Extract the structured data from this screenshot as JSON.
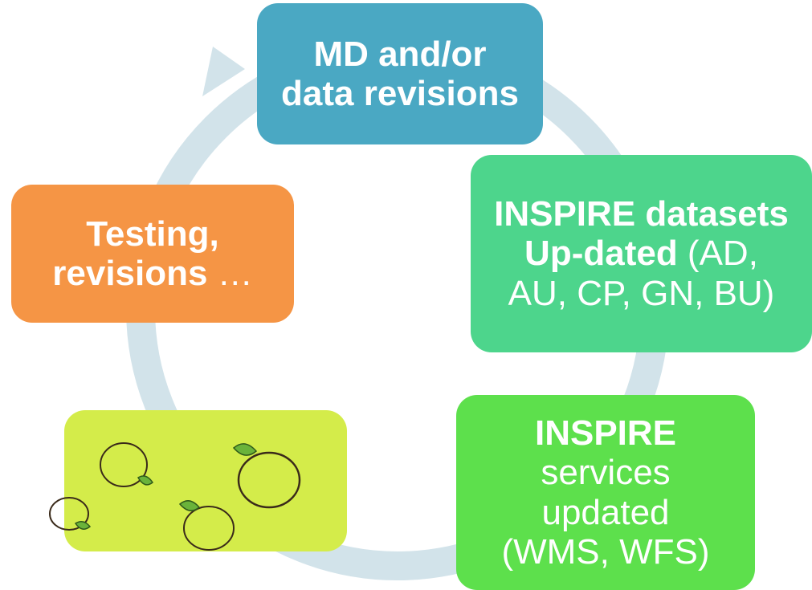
{
  "diagram": {
    "md_revisions": {
      "line1": "MD and/or",
      "line2": "data revisions"
    },
    "datasets": {
      "line1_bold": "INSPIRE datasets",
      "line2_bold": "Up-dated",
      "line2_rest": " (AD,",
      "line3": "AU, CP, GN, BU)"
    },
    "services": {
      "line1_bold": "INSPIRE",
      "line2": "services",
      "line3": "updated",
      "line4": "(WMS, WFS)"
    },
    "testing": {
      "line1": "Testing,",
      "line2_bold": "revisions",
      "line2_rest": " …"
    },
    "fruit_box": {
      "icon": "pineapple-fruit-icon",
      "count": 4
    },
    "colors": {
      "ring": "#d2e3ea",
      "md_revisions": "#4aa8c3",
      "datasets": "#4dd58c",
      "services": "#5de04c",
      "fruit_box": "#d4ec4a",
      "testing": "#f59545"
    }
  }
}
